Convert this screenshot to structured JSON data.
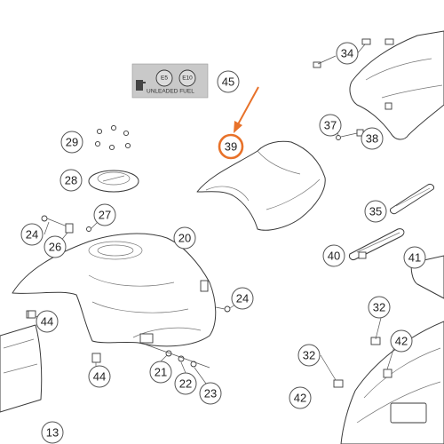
{
  "callouts": [
    {
      "id": "c13",
      "label": "13"
    },
    {
      "id": "c20",
      "label": "20"
    },
    {
      "id": "c21",
      "label": "21"
    },
    {
      "id": "c22",
      "label": "22"
    },
    {
      "id": "c23",
      "label": "23"
    },
    {
      "id": "c24a",
      "label": "24"
    },
    {
      "id": "c24b",
      "label": "24"
    },
    {
      "id": "c26",
      "label": "26"
    },
    {
      "id": "c27",
      "label": "27"
    },
    {
      "id": "c28",
      "label": "28"
    },
    {
      "id": "c29",
      "label": "29"
    },
    {
      "id": "c32a",
      "label": "32"
    },
    {
      "id": "c32b",
      "label": "32"
    },
    {
      "id": "c34",
      "label": "34"
    },
    {
      "id": "c35",
      "label": "35"
    },
    {
      "id": "c37",
      "label": "37"
    },
    {
      "id": "c38",
      "label": "38"
    },
    {
      "id": "c40",
      "label": "40"
    },
    {
      "id": "c41",
      "label": "41"
    },
    {
      "id": "c42a",
      "label": "42"
    },
    {
      "id": "c42b",
      "label": "42"
    },
    {
      "id": "c44a",
      "label": "44"
    },
    {
      "id": "c44b",
      "label": "44"
    },
    {
      "id": "c45",
      "label": "45"
    }
  ],
  "highlight": {
    "label": "39",
    "color": "#e8722a"
  },
  "fuel_label": {
    "badges": [
      "E5",
      "E10"
    ],
    "text": "UNLEADED FUEL"
  }
}
